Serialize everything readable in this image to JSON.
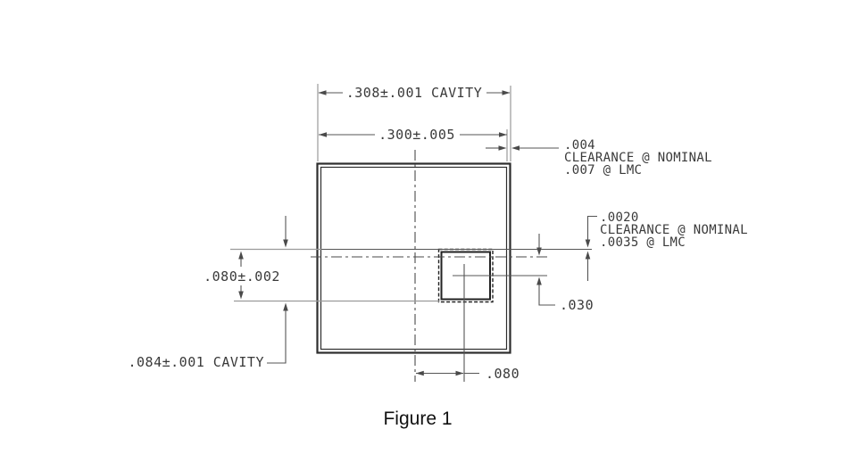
{
  "figure_caption": "Figure 1",
  "drawing": {
    "type": "engineering-dimension-drawing",
    "dimensions": {
      "cavity_width": ".308±.001 CAVITY",
      "component_width": ".300±.005",
      "small_component_height": ".080±.002",
      "small_cavity_height": ".084±.001 CAVITY",
      "center_offset_vertical": ".030",
      "center_offset_horizontal": ".080"
    },
    "notes": {
      "outer_clearance": {
        "value": ".004",
        "label": "CLEARANCE @ NOMINAL",
        "lmc": ".007 @ LMC"
      },
      "inner_clearance": {
        "value": ".0020",
        "label": "CLEARANCE @ NOMINAL",
        "lmc": ".0035 @ LMC"
      }
    },
    "colors": {
      "line_dark": "#2d2d2d",
      "line_mid": "#555555",
      "line_gray": "#9a9a9a",
      "text": "#3a3a3a"
    }
  }
}
